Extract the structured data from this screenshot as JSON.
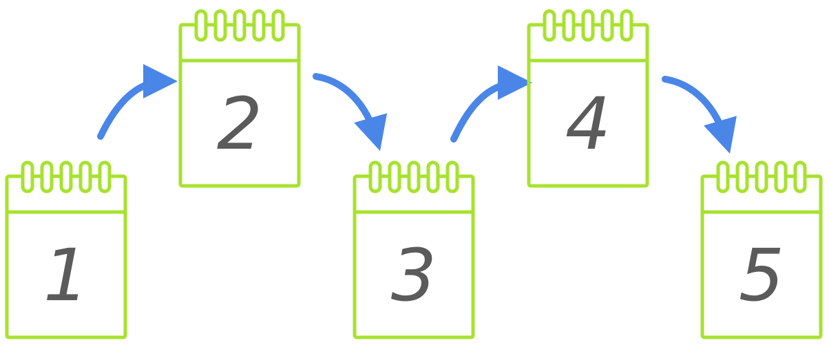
{
  "colors": {
    "calendar_outline": "#a7e22e",
    "number": "#5b5b5b",
    "arrow": "#4a86e8",
    "background": "#ffffff"
  },
  "calendars": [
    {
      "label": "1",
      "icon": "calendar-icon"
    },
    {
      "label": "2",
      "icon": "calendar-icon"
    },
    {
      "label": "3",
      "icon": "calendar-icon"
    },
    {
      "label": "4",
      "icon": "calendar-icon"
    },
    {
      "label": "5",
      "icon": "calendar-icon"
    }
  ],
  "arrows": [
    {
      "from": "1",
      "to": "2",
      "icon": "curved-arrow-icon"
    },
    {
      "from": "2",
      "to": "3",
      "icon": "curved-arrow-icon"
    },
    {
      "from": "3",
      "to": "4",
      "icon": "curved-arrow-icon"
    },
    {
      "from": "4",
      "to": "5",
      "icon": "curved-arrow-icon"
    }
  ]
}
